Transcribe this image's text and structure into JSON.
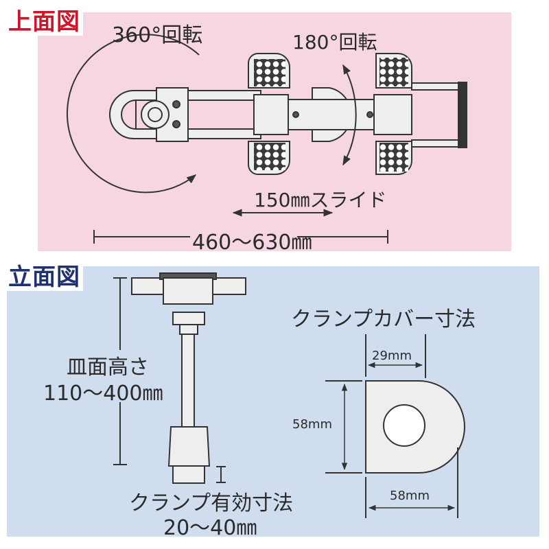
{
  "top_view": {
    "title": "上面図",
    "title_color": "#d0142a",
    "background": "#f6d6e3",
    "rotation_360_label": "360°回転",
    "rotation_180_label": "180°回転",
    "slide_label": "150㎜スライド",
    "length_label": "460〜630㎜"
  },
  "elevation_view": {
    "title": "立面図",
    "title_color": "#1e3170",
    "background": "#d0ddef",
    "height_label_line1": "皿面高さ",
    "height_label_line2": "110〜400㎜",
    "clamp_effective_line1": "クランプ有効寸法",
    "clamp_effective_line2": "20〜40㎜",
    "cover_dimensions": {
      "title": "クランプカバー寸法",
      "top_width": "29mm",
      "height": "58mm",
      "bottom_width": "58mm"
    }
  }
}
